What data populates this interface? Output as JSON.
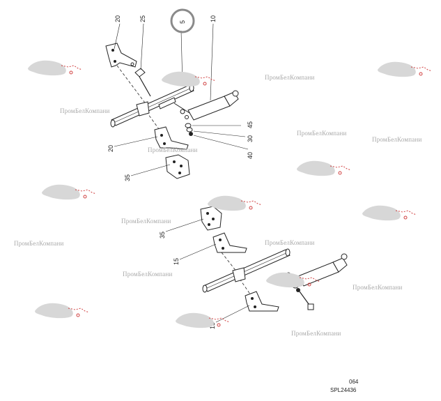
{
  "watermark_text": "ПромБелКомпани",
  "parts": {
    "p5": "5",
    "p10": "10",
    "p15": "15",
    "p20": "20",
    "p25": "25",
    "p30": "30",
    "p35": "35",
    "p40": "40",
    "p45": "45"
  },
  "footer": {
    "page": "064",
    "code": "SPL24436"
  },
  "colors": {
    "ink": "#222222",
    "highlight": "#8a8a8a",
    "watermark": "#a8a8a8",
    "logo_red": "#d04040"
  }
}
